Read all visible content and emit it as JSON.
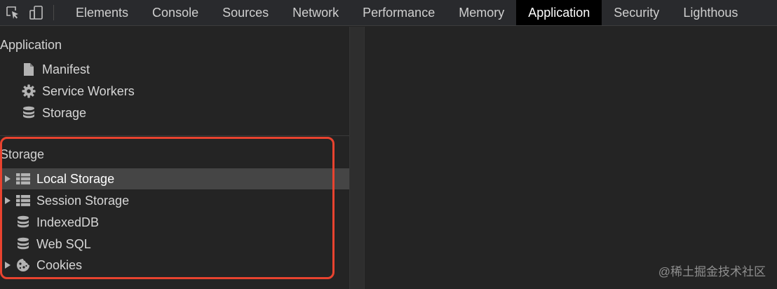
{
  "toolbar": {
    "icons": [
      "inspect-element-icon",
      "device-toolbar-icon"
    ],
    "tabs": [
      {
        "label": "Elements",
        "active": false
      },
      {
        "label": "Console",
        "active": false
      },
      {
        "label": "Sources",
        "active": false
      },
      {
        "label": "Network",
        "active": false
      },
      {
        "label": "Performance",
        "active": false
      },
      {
        "label": "Memory",
        "active": false
      },
      {
        "label": "Application",
        "active": true
      },
      {
        "label": "Security",
        "active": false
      },
      {
        "label": "Lighthous",
        "active": false
      }
    ]
  },
  "sidebar": {
    "application": {
      "title": "Application",
      "items": [
        {
          "label": "Manifest",
          "icon": "document-icon"
        },
        {
          "label": "Service Workers",
          "icon": "gear-icon"
        },
        {
          "label": "Storage",
          "icon": "database-icon"
        }
      ]
    },
    "storage": {
      "title": "Storage",
      "items": [
        {
          "label": "Local Storage",
          "icon": "table-grid-icon",
          "expandable": true,
          "selected": true
        },
        {
          "label": "Session Storage",
          "icon": "table-grid-icon",
          "expandable": true,
          "selected": false
        },
        {
          "label": "IndexedDB",
          "icon": "database-icon",
          "expandable": false,
          "selected": false
        },
        {
          "label": "Web SQL",
          "icon": "database-icon",
          "expandable": false,
          "selected": false
        },
        {
          "label": "Cookies",
          "icon": "cookie-icon",
          "expandable": true,
          "selected": false
        }
      ]
    }
  },
  "annotation": {
    "highlight_color": "#e8432f"
  },
  "watermark": "@稀土掘金技术社区",
  "colors": {
    "background": "#242424",
    "toolbar": "#292a2d",
    "active_tab": "#000000",
    "selected_row": "#454545"
  }
}
